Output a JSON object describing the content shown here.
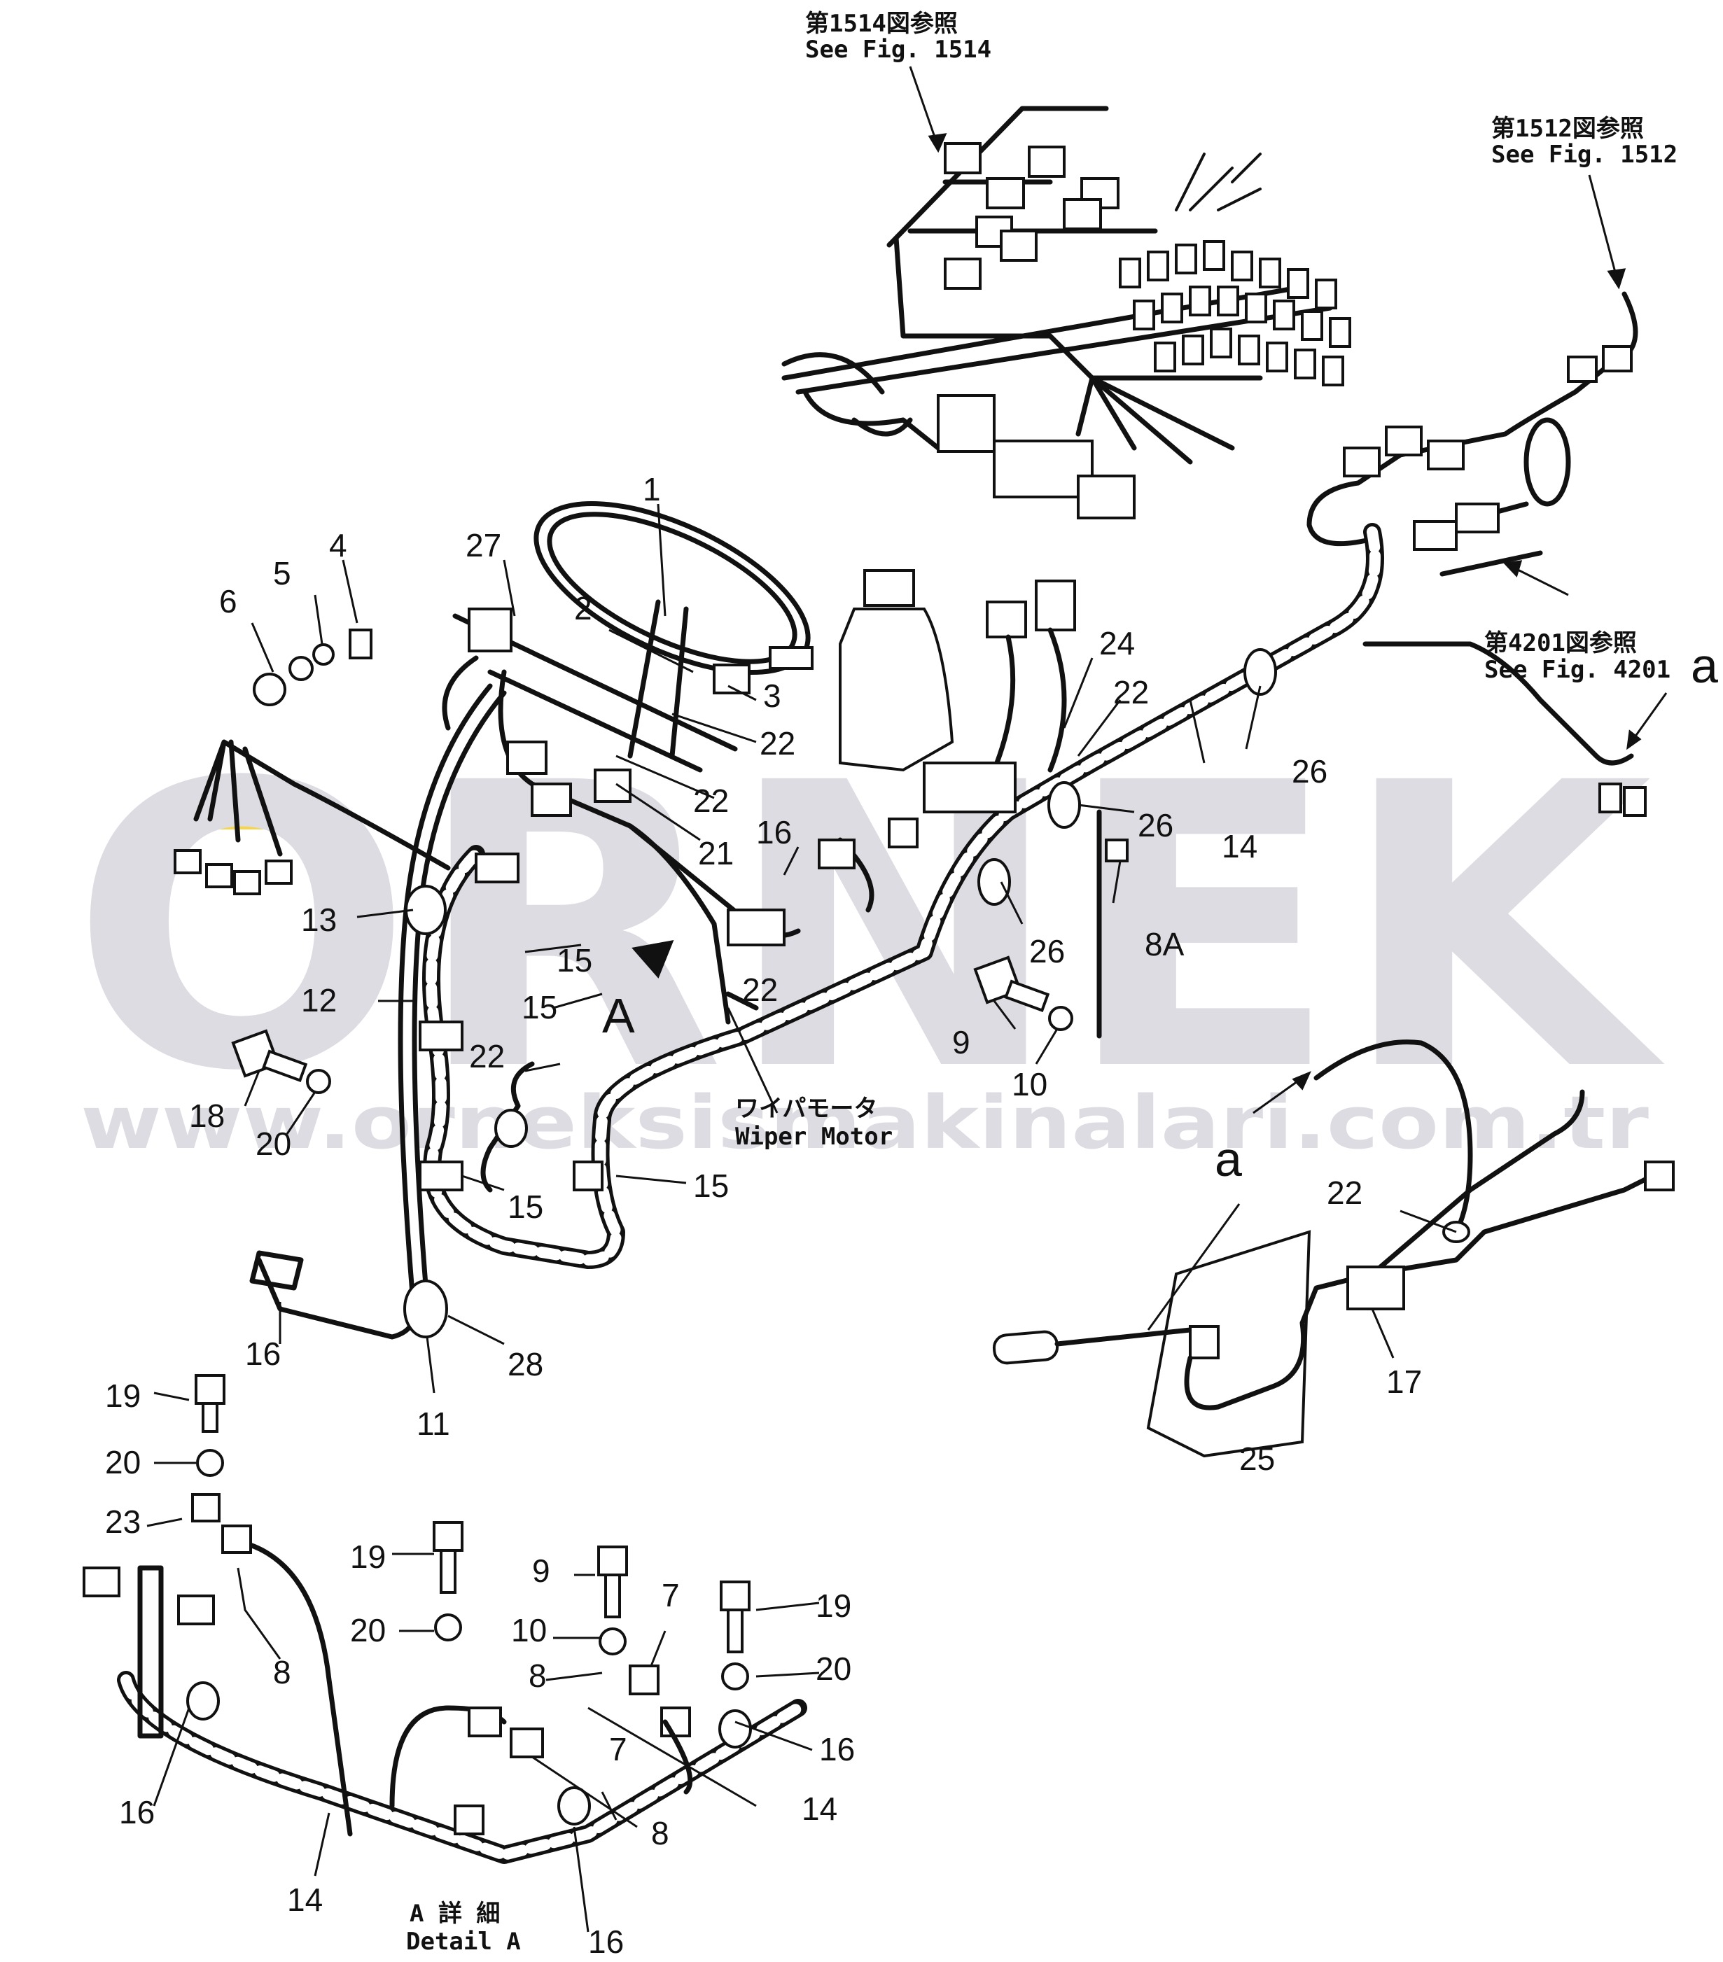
{
  "watermark": {
    "brand": "ORNEK",
    "url": "www.orneksismakinalari.com.tr",
    "accent": "#f2c200"
  },
  "references": {
    "fig1514": {
      "jp": "第1514図参照",
      "en": "See Fig. 1514"
    },
    "fig1512": {
      "jp": "第1512図参照",
      "en": "See Fig. 1512"
    },
    "fig4201": {
      "jp": "第4201図参照",
      "en": "See Fig. 4201"
    }
  },
  "wiper_motor": {
    "jp": "ワイパモータ",
    "en": "Wiper Motor"
  },
  "detail": {
    "jp": "A 詳 細",
    "en": "Detail A"
  },
  "view_letters": {
    "a_upper": "a",
    "a_lower": "a",
    "A": "A"
  },
  "callouts": {
    "c1": "1",
    "c2": "2",
    "c3": "3",
    "c4": "4",
    "c5": "5",
    "c6": "6",
    "c27": "27",
    "c22a": "22",
    "c22b": "22",
    "c21": "21",
    "c16a": "16",
    "c24": "24",
    "c22c": "22",
    "c26a": "26",
    "c26b": "26",
    "c14a": "14",
    "c8A": "8A",
    "c26c": "26",
    "c13": "13",
    "c15a": "15",
    "c12": "12",
    "c15b": "15",
    "c22d": "22",
    "c22e": "22",
    "c9a": "9",
    "c10a": "10",
    "c18": "18",
    "c20a": "20",
    "c15c": "15",
    "c15d": "15",
    "c16b": "16",
    "c28": "28",
    "c11": "11",
    "c22f": "22",
    "c17": "17",
    "c25": "25",
    "c19a": "19",
    "c20b": "20",
    "c23": "23",
    "c8a": "8",
    "c19b": "19",
    "c20c": "20",
    "c9b": "9",
    "c10b": "10",
    "c7a": "7",
    "c8b": "8",
    "c7b": "7",
    "c19c": "19",
    "c20d": "20",
    "c16c": "16",
    "c14b": "14",
    "c16d": "16",
    "c14c": "14",
    "c8c": "8",
    "c16e": "16"
  }
}
